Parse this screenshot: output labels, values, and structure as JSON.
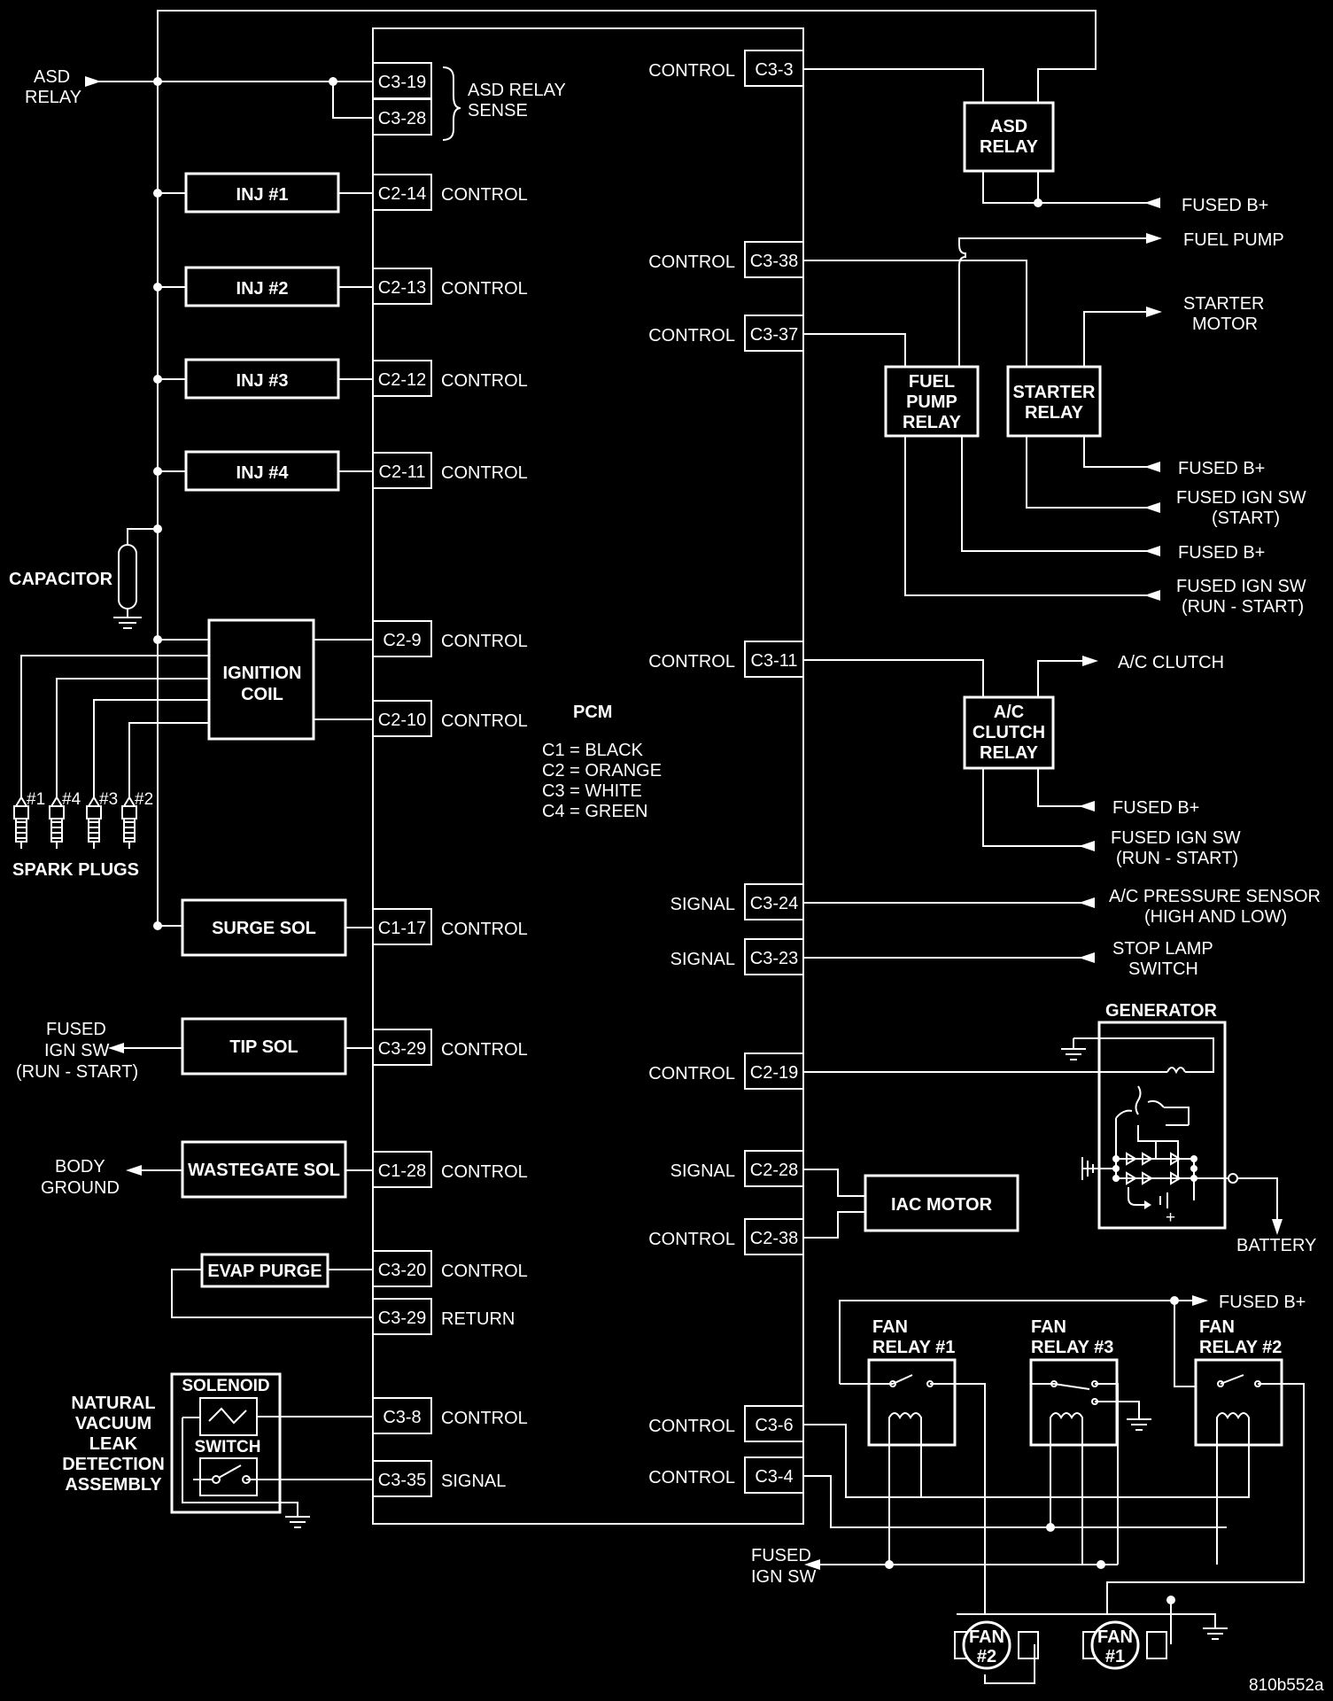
{
  "pcm": {
    "title": "PCM",
    "legend": [
      "C1 = BLACK",
      "C2 = ORANGE",
      "C3 = WHITE",
      "C4 = GREEN"
    ]
  },
  "left": {
    "asd_relay": [
      "ASD",
      "RELAY"
    ],
    "asd_relay_sense": [
      "ASD RELAY",
      "SENSE"
    ],
    "inj": [
      "INJ #1",
      "INJ #2",
      "INJ #3",
      "INJ #4"
    ],
    "capacitor": "CAPACITOR",
    "ignition_coil": [
      "IGNITION",
      "COIL"
    ],
    "plug_numbers": [
      "#1",
      "#4",
      "#3",
      "#2"
    ],
    "spark_plugs": "SPARK PLUGS",
    "surge_sol": "SURGE SOL",
    "tip_sol": "TIP SOL",
    "fused_ign_sw_run_start": [
      "FUSED",
      "IGN SW",
      "(RUN - START)"
    ],
    "wastegate_sol": "WASTEGATE SOL",
    "body_ground": [
      "BODY",
      "GROUND"
    ],
    "evap_purge": "EVAP PURGE",
    "nvld": [
      "NATURAL",
      "VACUUM",
      "LEAK",
      "DETECTION",
      "ASSEMBLY"
    ],
    "solenoid": "SOLENOID",
    "switch": "SWITCH"
  },
  "left_pins": [
    {
      "pin": "C3-19",
      "fn": ""
    },
    {
      "pin": "C3-28",
      "fn": ""
    },
    {
      "pin": "C2-14",
      "fn": "CONTROL"
    },
    {
      "pin": "C2-13",
      "fn": "CONTROL"
    },
    {
      "pin": "C2-12",
      "fn": "CONTROL"
    },
    {
      "pin": "C2-11",
      "fn": "CONTROL"
    },
    {
      "pin": "C2-9",
      "fn": "CONTROL"
    },
    {
      "pin": "C2-10",
      "fn": "CONTROL"
    },
    {
      "pin": "C1-17",
      "fn": "CONTROL"
    },
    {
      "pin": "C3-29",
      "fn": "CONTROL"
    },
    {
      "pin": "C1-28",
      "fn": "CONTROL"
    },
    {
      "pin": "C3-20",
      "fn": "CONTROL"
    },
    {
      "pin": "C3-29",
      "fn": "RETURN"
    },
    {
      "pin": "C3-8",
      "fn": "CONTROL"
    },
    {
      "pin": "C3-35",
      "fn": "SIGNAL"
    }
  ],
  "right_pins": [
    {
      "pin": "C3-3",
      "fn": "CONTROL"
    },
    {
      "pin": "C3-38",
      "fn": "CONTROL"
    },
    {
      "pin": "C3-37",
      "fn": "CONTROL"
    },
    {
      "pin": "C3-11",
      "fn": "CONTROL"
    },
    {
      "pin": "C3-24",
      "fn": "SIGNAL"
    },
    {
      "pin": "C3-23",
      "fn": "SIGNAL"
    },
    {
      "pin": "C2-19",
      "fn": "CONTROL"
    },
    {
      "pin": "C2-28",
      "fn": "SIGNAL"
    },
    {
      "pin": "C2-38",
      "fn": "CONTROL"
    },
    {
      "pin": "C3-6",
      "fn": "CONTROL"
    },
    {
      "pin": "C3-4",
      "fn": "CONTROL"
    }
  ],
  "right": {
    "asd_relay_box": [
      "ASD",
      "RELAY"
    ],
    "fused_b_plus": "FUSED B+",
    "fuel_pump": "FUEL PUMP",
    "starter_motor": [
      "STARTER",
      "MOTOR"
    ],
    "fuel_pump_relay": [
      "FUEL",
      "PUMP",
      "RELAY"
    ],
    "starter_relay": [
      "STARTER",
      "RELAY"
    ],
    "fused_ign_sw_start": [
      "FUSED IGN SW",
      "(START)"
    ],
    "fused_ign_sw_run_start": [
      "FUSED IGN SW",
      "(RUN - START)"
    ],
    "ac_clutch": "A/C CLUTCH",
    "ac_clutch_relay": [
      "A/C",
      "CLUTCH",
      "RELAY"
    ],
    "ac_pressure_sensor": [
      "A/C PRESSURE SENSOR",
      "(HIGH AND LOW)"
    ],
    "stop_lamp_switch": [
      "STOP LAMP",
      "SWITCH"
    ],
    "generator": "GENERATOR",
    "battery": "BATTERY",
    "iac_motor": "IAC MOTOR",
    "fan_relay_1": [
      "FAN",
      "RELAY #1"
    ],
    "fan_relay_3": [
      "FAN",
      "RELAY #3"
    ],
    "fan_relay_2": [
      "FAN",
      "RELAY #2"
    ],
    "fused_ign_sw": [
      "FUSED",
      "IGN SW"
    ],
    "fan_2": [
      "FAN",
      "#2"
    ],
    "fan_1": [
      "FAN",
      "#1"
    ]
  },
  "figure_id": "810b552a"
}
